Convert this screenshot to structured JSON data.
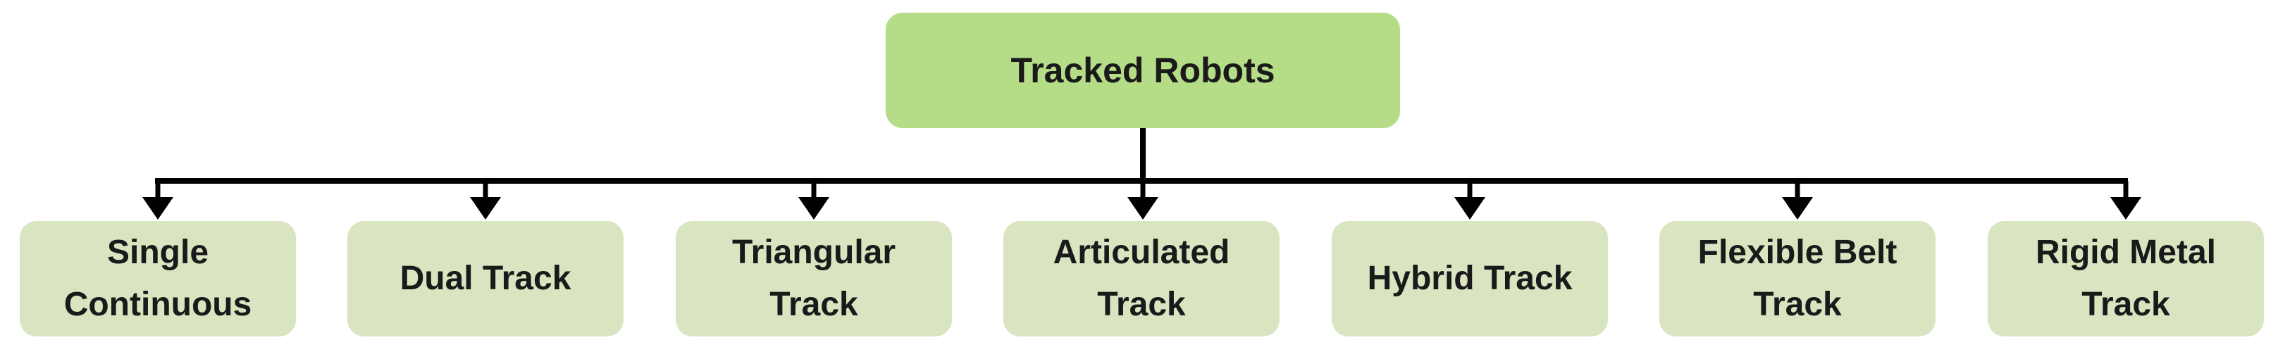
{
  "root": {
    "label": "Tracked Robots"
  },
  "children": [
    {
      "label": "Single Continuous"
    },
    {
      "label": "Dual Track"
    },
    {
      "label": "Triangular Track"
    },
    {
      "label": "Articulated Track"
    },
    {
      "label": "Hybrid Track"
    },
    {
      "label": "Flexible Belt Track"
    },
    {
      "label": "Rigid Metal Track"
    }
  ],
  "colors": {
    "root_fill": "#b5dc87",
    "child_fill": "#d8e5c0",
    "connector": "#000000"
  }
}
